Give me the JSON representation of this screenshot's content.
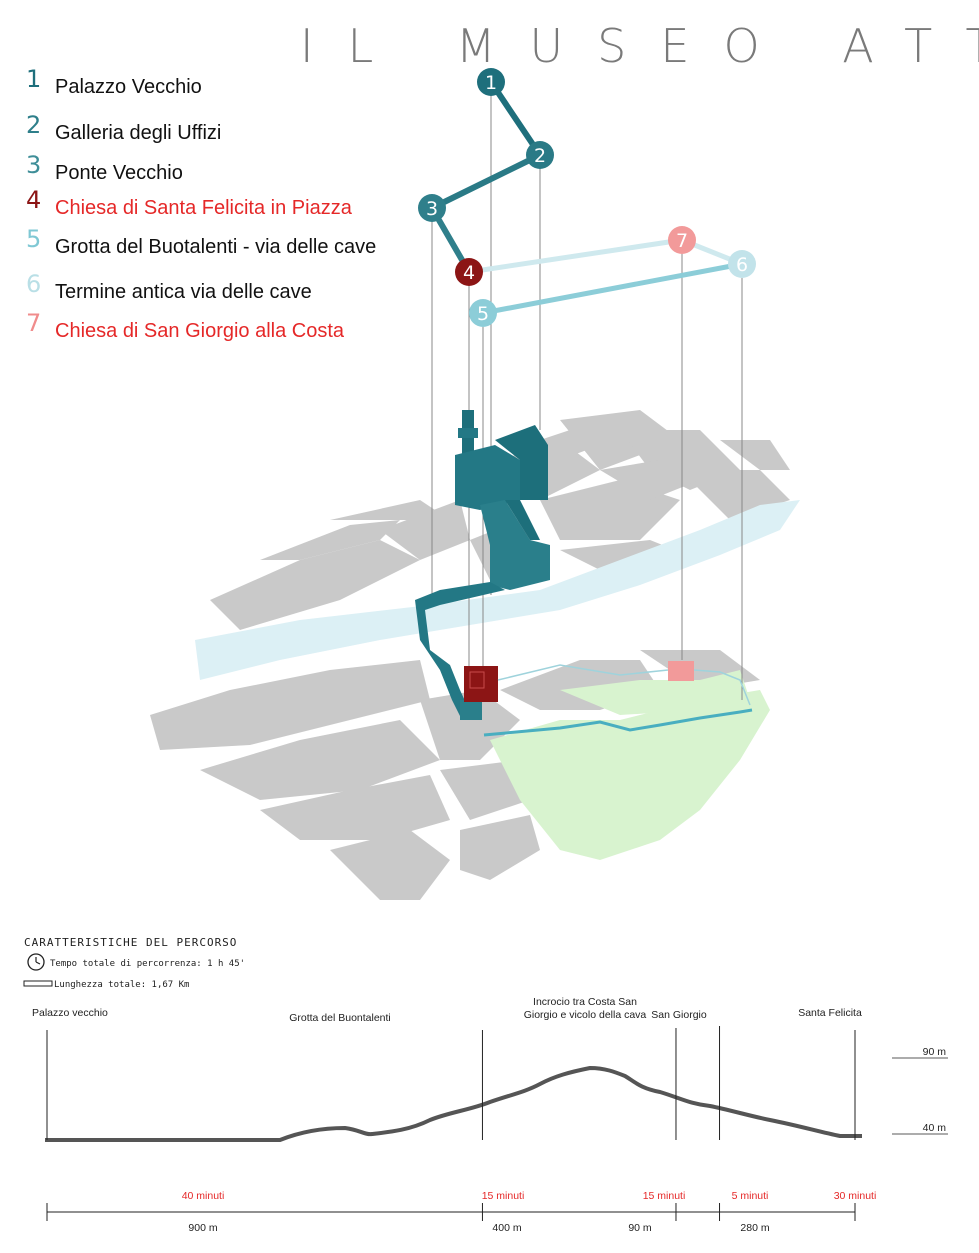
{
  "title": "IL MUSEO ATTRA",
  "colors": {
    "teal_dark": "#1e6f7c",
    "teal_mid": "#3e8e98",
    "teal_light": "#7fc8d4",
    "teal_pale": "#b9dfe6",
    "red_dark": "#8c1515",
    "red_text": "#e52828",
    "pink": "#f08c8c",
    "gray_block": "#c9c9c9",
    "green_park": "#d8f3cf",
    "river": "#dcf0f5",
    "profile": "#555555"
  },
  "legend": [
    {
      "num": "1",
      "label": "Palazzo Vecchio",
      "num_color": "#1e6f7c",
      "label_color": "#111111"
    },
    {
      "num": "2",
      "label": "Galleria degli Uffizi",
      "num_color": "#2e7f8a",
      "label_color": "#111111"
    },
    {
      "num": "3",
      "label": "Ponte Vecchio",
      "num_color": "#3e8e98",
      "label_color": "#111111"
    },
    {
      "num": "4",
      "label": "Chiesa di Santa Felicita in Piazza",
      "num_color": "#8c1515",
      "label_color": "#e52828"
    },
    {
      "num": "5",
      "label": "Grotta del Buotalenti - via delle cave",
      "num_color": "#7fc8d4",
      "label_color": "#111111"
    },
    {
      "num": "6",
      "label": "Termine antica via delle cave",
      "num_color": "#b9dfe6",
      "label_color": "#111111"
    },
    {
      "num": "7",
      "label": "Chiesa di San Giorgio alla Costa",
      "num_color": "#f08c8c",
      "label_color": "#e52828"
    }
  ],
  "route_markers": [
    {
      "num": "1",
      "color": "#1e6f7c"
    },
    {
      "num": "2",
      "color": "#2a7a86"
    },
    {
      "num": "3",
      "color": "#2f7f8b"
    },
    {
      "num": "4",
      "color": "#8c1515"
    },
    {
      "num": "5",
      "color": "#8ccdd8"
    },
    {
      "num": "6",
      "color": "#c2e3ea"
    },
    {
      "num": "7",
      "color": "#f29a9a"
    }
  ],
  "characteristics": {
    "heading": "CARATTERISTICHE DEL PERCORSO",
    "time": "Tempo totale di percorrenza: 1 h 45'",
    "length": "Lunghezza totale: 1,67 Km"
  },
  "profile": {
    "stops": [
      {
        "label": "Palazzo vecchio",
        "distance_m": 0
      },
      {
        "label": "Grotta del Buontalenti",
        "distance_m": 900
      },
      {
        "label": "Incrocio tra Costa San Giorgio e vicolo della cava",
        "distance_m": 1300
      },
      {
        "label": "San Giorgio",
        "distance_m": 1390
      },
      {
        "label": "Santa Felicita",
        "distance_m": 1670
      }
    ],
    "elevation_labels": [
      {
        "label": "90 m",
        "value": 90
      },
      {
        "label": "40 m",
        "value": 40
      }
    ],
    "segments": [
      {
        "time": "40 minuti",
        "distance": "900 m",
        "length_m": 900
      },
      {
        "time": "15 minuti",
        "distance": "400 m",
        "length_m": 400
      },
      {
        "time": "15 minuti",
        "distance": "90 m",
        "length_m": 90
      },
      {
        "time": "5 minuti",
        "distance": "280 m",
        "length_m": 280
      },
      {
        "time": "30 minuti",
        "distance": "",
        "length_m": 0
      }
    ]
  }
}
